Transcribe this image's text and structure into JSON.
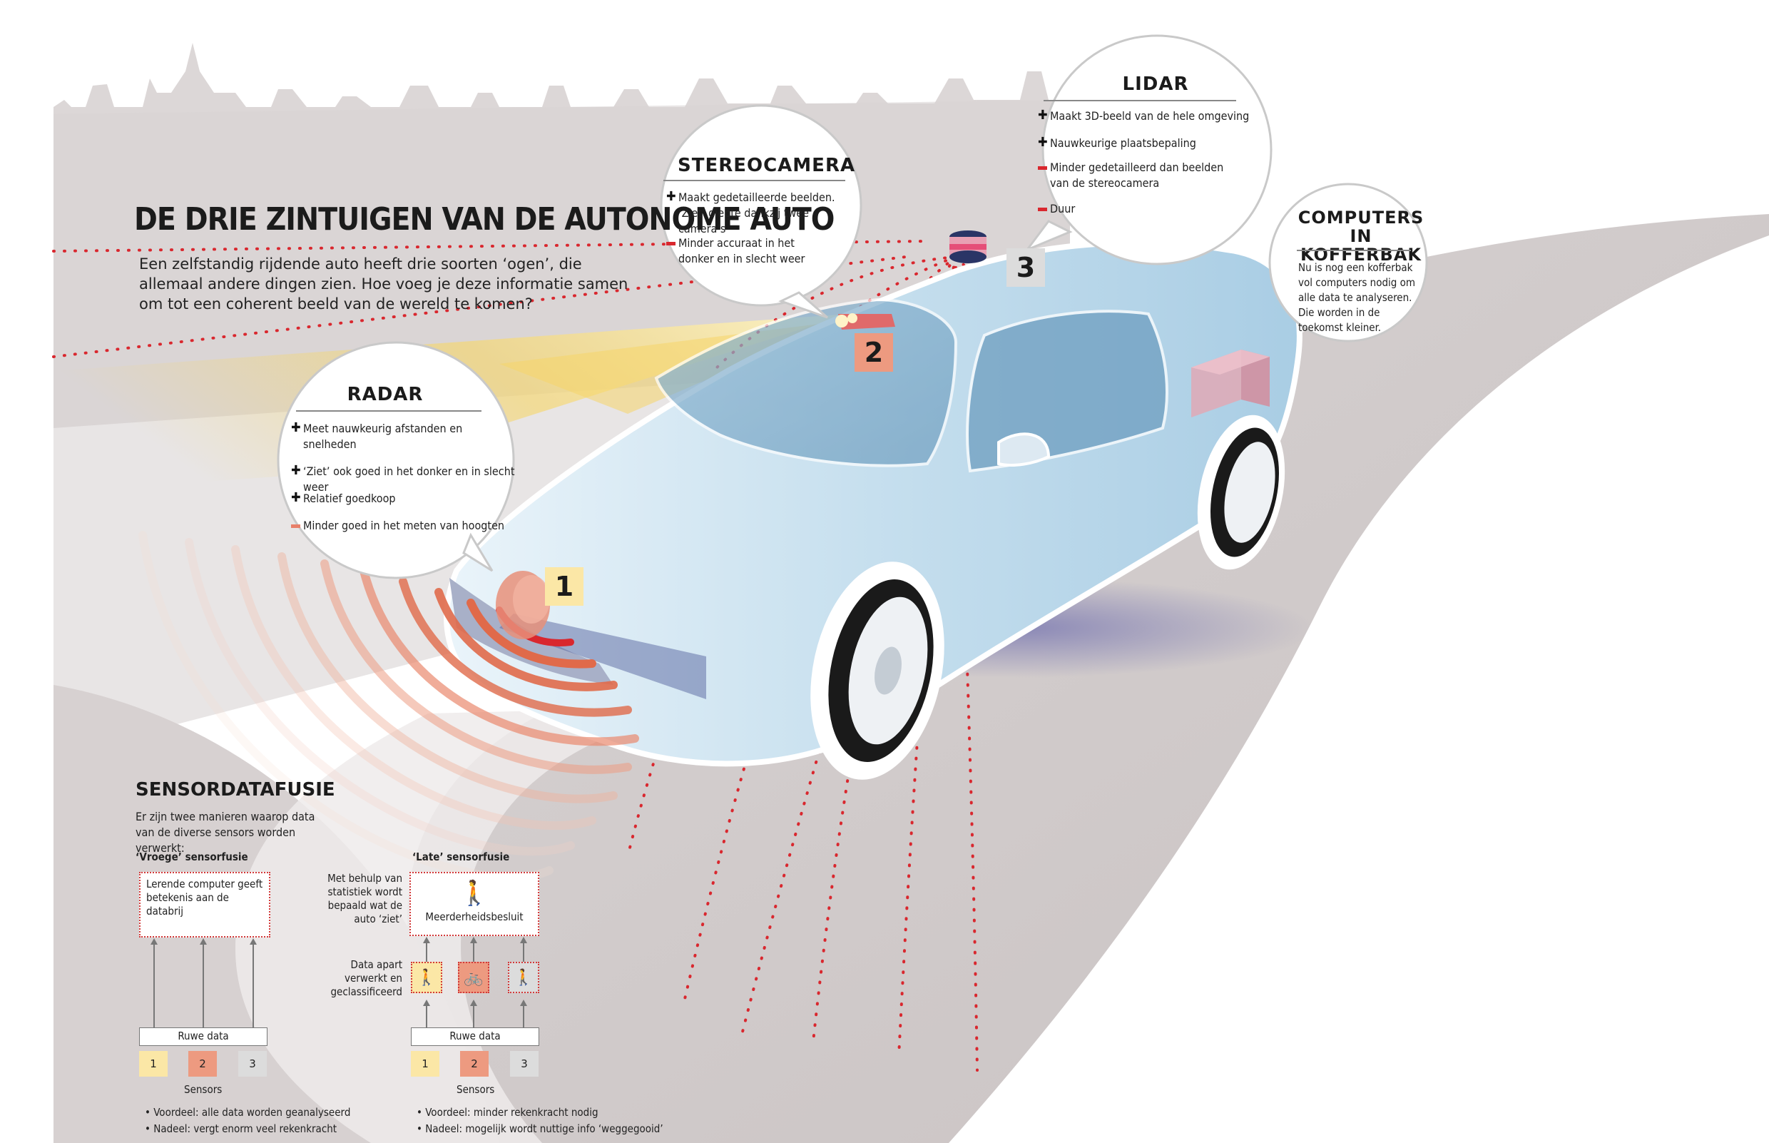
{
  "header": {
    "title": "DE DRIE ZINTUIGEN VAN DE AUTONOME AUTO",
    "intro": "Een zelfstandig rijdende auto heeft drie soorten ‘ogen’, die allemaal andere dingen zien. Hoe voeg je deze informatie samen om tot een coherent beeld van de wereld te komen?"
  },
  "radar": {
    "title": "RADAR",
    "items": [
      {
        "type": "plus",
        "text": "Meet nauwkeurig afstanden en snelheden"
      },
      {
        "type": "plus",
        "text": "‘Ziet’ ook goed in het donker en in slecht weer"
      },
      {
        "type": "plus",
        "text": "Relatief goedkoop"
      },
      {
        "type": "minus",
        "text": "Minder goed in het meten van hoogten"
      }
    ],
    "badge": "1"
  },
  "stereocamera": {
    "title": "STEREOCAMERA",
    "items": [
      {
        "type": "plus",
        "text": "Maakt gedetailleerde beelden. ‘Ziet’ diepte dankzij twee camera’s"
      },
      {
        "type": "minus",
        "text": "Minder accuraat in het donker en in slecht weer"
      }
    ],
    "badge": "2"
  },
  "lidar": {
    "title": "LIDAR",
    "items": [
      {
        "type": "plus",
        "text": "Maakt 3D-beeld van de hele omgeving"
      },
      {
        "type": "plus",
        "text": "Nauwkeurige plaatsbepaling"
      },
      {
        "type": "minus",
        "text": "Minder gedetailleerd dan beelden van de stereocamera"
      },
      {
        "type": "minus",
        "text": "Duur"
      }
    ],
    "badge": "3"
  },
  "computers": {
    "title_line1": "COMPUTERS",
    "title_line2": "IN KOFFERBAK",
    "text": "Nu is nog een kofferbak vol computers nodig om alle data te analyseren. Die worden in de toekomst kleiner."
  },
  "sensorfusion": {
    "title": "SENSORDATAFUSIE",
    "intro": "Er zijn twee manieren waarop data van de diverse sensors worden verwerkt:",
    "early": {
      "heading": "‘Vroege’ sensorfusie",
      "box_text": "Lerende computer geeft betekenis aan de databrij",
      "raw_label": "Ruwe data",
      "sensors": [
        "1",
        "2",
        "3"
      ],
      "sensors_label": "Sensors",
      "pros": "• Voordeel: alle data worden geanalyseerd",
      "cons": "• Nadeel: vergt enorm veel rekenkracht"
    },
    "late": {
      "heading": "‘Late’ sensorfusie",
      "stat_label": "Met behulp van statistiek wordt bepaald wat de auto ‘ziet’",
      "decision_label": "Meerderheidsbesluit",
      "classified_label": "Data apart verwerkt en geclassificeerd",
      "raw_label": "Ruwe data",
      "sensors": [
        "1",
        "2",
        "3"
      ],
      "sensors_label": "Sensors",
      "icons": [
        "person-icon",
        "bicycle-icon",
        "person-icon"
      ],
      "pros": "• Voordeel: minder rekenkracht nodig",
      "cons": "• Nadeel: mogelijk wordt nuttige info ‘weggegooid’"
    }
  },
  "colors": {
    "red_dots": "#d9272e",
    "radar_wave": "#e06a4a",
    "camera_beam": "#f6d66a",
    "car_body": "#bcd8ea",
    "sensor1": "#fbe7a6",
    "sensor2": "#ed9a80",
    "sensor3": "#dcdcdc",
    "skyline": "#d9d4d4"
  }
}
